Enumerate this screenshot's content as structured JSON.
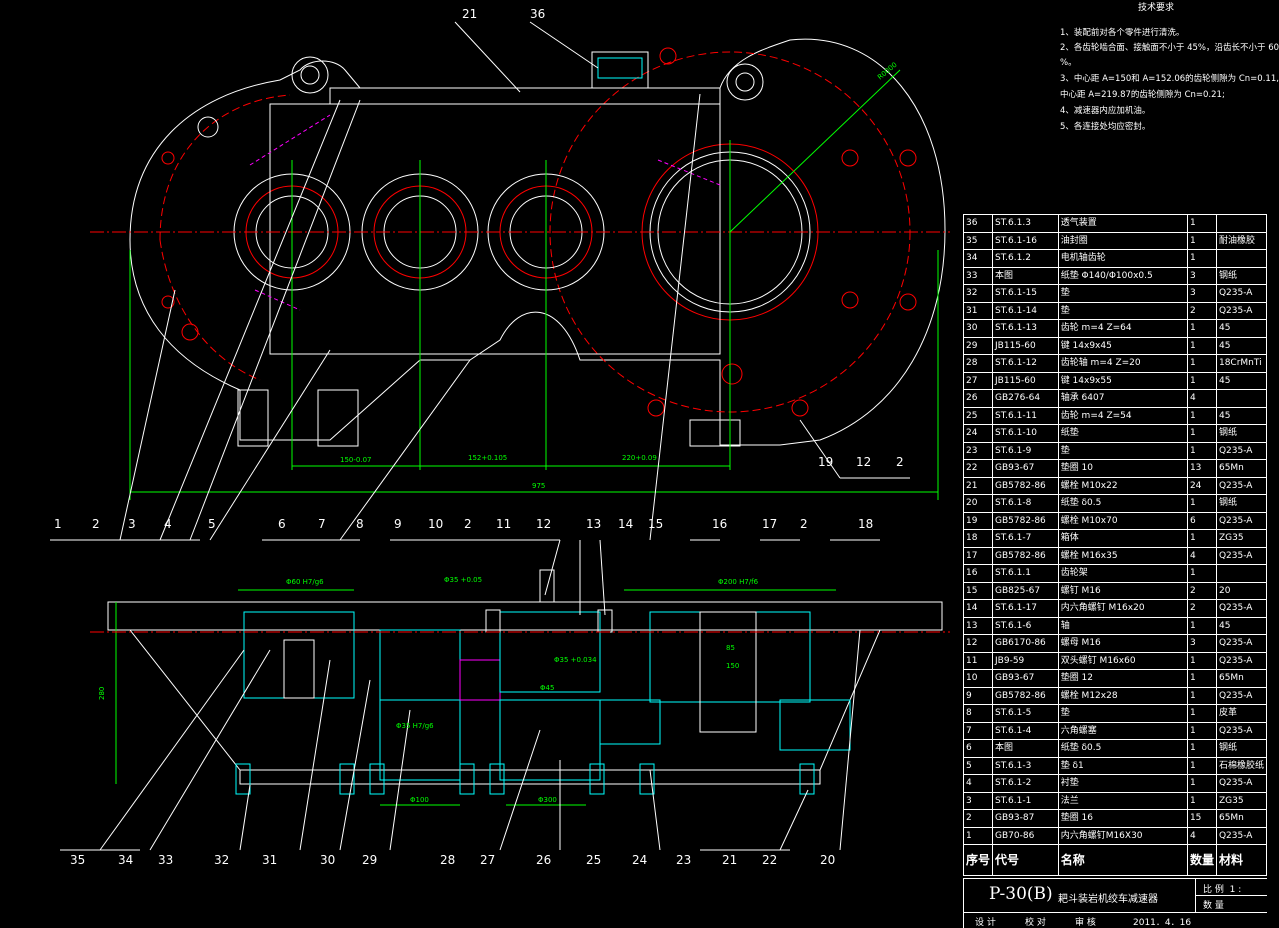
{
  "notes": {
    "title": "技术要求",
    "lines": [
      "1、装配前对各个零件进行清洗。",
      "2、各齿轮啮合面、接触面不小于 45%，沿齿长不小于 60",
      "%。",
      "3、中心距 A=150和 A=152.06的齿轮侧隙为 Cn=0.11,",
      "中心距 A=219.87的齿轮侧隙为 Cn=0.21;",
      "4、减速器内应加机油。",
      "5、各连接处均应密封。"
    ]
  },
  "bom_rows": [
    [
      "36",
      "ST.6.1.3",
      "透气装置",
      "1",
      ""
    ],
    [
      "35",
      "ST.6.1-16",
      "油封圈",
      "1",
      "耐油橡胶"
    ],
    [
      "34",
      "ST.6.1.2",
      "电机轴齿轮",
      "1",
      ""
    ],
    [
      "33",
      "本图",
      "纸垫 Φ140/Φ100x0.5",
      "3",
      "钢纸"
    ],
    [
      "32",
      "ST.6.1-15",
      "垫",
      "3",
      "Q235-A"
    ],
    [
      "31",
      "ST.6.1-14",
      "垫",
      "2",
      "Q235-A"
    ],
    [
      "30",
      "ST.6.1-13",
      "齿轮 m=4 Z=64",
      "1",
      "45"
    ],
    [
      "29",
      "JB115-60",
      "键 14x9x45",
      "1",
      "45"
    ],
    [
      "28",
      "ST.6.1-12",
      "齿轮轴 m=4 Z=20",
      "1",
      "18CrMnTi"
    ],
    [
      "27",
      "JB115-60",
      "键 14x9x55",
      "1",
      "45"
    ],
    [
      "26",
      "GB276-64",
      "轴承 6407",
      "4",
      ""
    ],
    [
      "25",
      "ST.6.1-11",
      "齿轮 m=4 Z=54",
      "1",
      "45"
    ],
    [
      "24",
      "ST.6.1-10",
      "纸垫",
      "1",
      "钢纸"
    ],
    [
      "23",
      "ST.6.1-9",
      "垫",
      "1",
      "Q235-A"
    ],
    [
      "22",
      "GB93-67",
      "垫圈 10",
      "13",
      "65Mn"
    ],
    [
      "21",
      "GB5782-86",
      "螺栓 M10x22",
      "24",
      "Q235-A"
    ],
    [
      "20",
      "ST.6.1-8",
      "纸垫 δ0.5",
      "1",
      "钢纸"
    ],
    [
      "19",
      "GB5782-86",
      "螺栓 M10x70",
      "6",
      "Q235-A"
    ],
    [
      "18",
      "ST.6.1-7",
      "箱体",
      "1",
      "ZG35"
    ],
    [
      "17",
      "GB5782-86",
      "螺栓 M16x35",
      "4",
      "Q235-A"
    ],
    [
      "16",
      "ST.6.1.1",
      "齿轮架",
      "1",
      ""
    ],
    [
      "15",
      "GB825-67",
      "螺钉 M16",
      "2",
      "20"
    ],
    [
      "14",
      "ST.6.1-17",
      "内六角螺钉 M16x20",
      "2",
      "Q235-A"
    ],
    [
      "13",
      "ST.6.1-6",
      "轴",
      "1",
      "45"
    ],
    [
      "12",
      "GB6170-86",
      "螺母 M16",
      "3",
      "Q235-A"
    ],
    [
      "11",
      "JB9-59",
      "双头螺钉 M16x60",
      "1",
      "Q235-A"
    ],
    [
      "10",
      "GB93-67",
      "垫圈 12",
      "1",
      "65Mn"
    ],
    [
      "9",
      "GB5782-86",
      "螺栓 M12x28",
      "1",
      "Q235-A"
    ],
    [
      "8",
      "ST.6.1-5",
      "垫",
      "1",
      "皮革"
    ],
    [
      "7",
      "ST.6.1-4",
      "六角螺塞",
      "1",
      "Q235-A"
    ],
    [
      "6",
      "本图",
      "纸垫 δ0.5",
      "1",
      "钢纸"
    ],
    [
      "5",
      "ST.6.1-3",
      "垫 δ1",
      "1",
      "石棉橡胶纸"
    ],
    [
      "4",
      "ST.6.1-2",
      "衬垫",
      "1",
      "Q235-A"
    ],
    [
      "3",
      "ST.6.1-1",
      "法兰",
      "1",
      "ZG35"
    ],
    [
      "2",
      "GB93-87",
      "垫圈 16",
      "15",
      "65Mn"
    ],
    [
      "1",
      "GB70-86",
      "内六角螺钉M16X30",
      "4",
      "Q235-A"
    ]
  ],
  "bom_header": [
    "序号",
    "代号",
    "名称",
    "数量",
    "材料"
  ],
  "title_block": {
    "title": "P-30(B)",
    "subtitle": "耙斗装岩机绞车减速器",
    "scale_label": "比 例",
    "scale_value": "1 :",
    "qty_label": "数 量",
    "sig1": "设 计",
    "sig2": "校 对",
    "sig3": "审 核",
    "date": "2011．4．16"
  },
  "labels_top": [
    "21",
    "36"
  ],
  "labels_right": [
    "19",
    "12",
    "2"
  ],
  "labels_mid": [
    "1",
    "2",
    "3",
    "4",
    "5",
    "6",
    "7",
    "8",
    "9",
    "10",
    "2",
    "11",
    "12",
    "13",
    "14",
    "15",
    "16",
    "17",
    "2",
    "18"
  ],
  "labels_bottom": [
    "35",
    "34",
    "33",
    "32",
    "31",
    "30",
    "29",
    "28",
    "27",
    "26",
    "25",
    "24",
    "23",
    "21",
    "22",
    "20"
  ],
  "dims": {
    "d1": "150-0.07",
    "d2": "152+0.105",
    "d3": "220+0.09",
    "overall": "975",
    "height": "280",
    "r": "R0000",
    "f1": "Φ60 H7/g6",
    "f2": "Φ35 +0.05",
    "f3": "Φ200 H7/f6",
    "f4": "Φ35 +0.034",
    "f5": "Φ45",
    "f6": "85",
    "f7": "150",
    "f8": "Φ100",
    "f9": "Φ300",
    "f10": "Φ35 H7/g6"
  }
}
